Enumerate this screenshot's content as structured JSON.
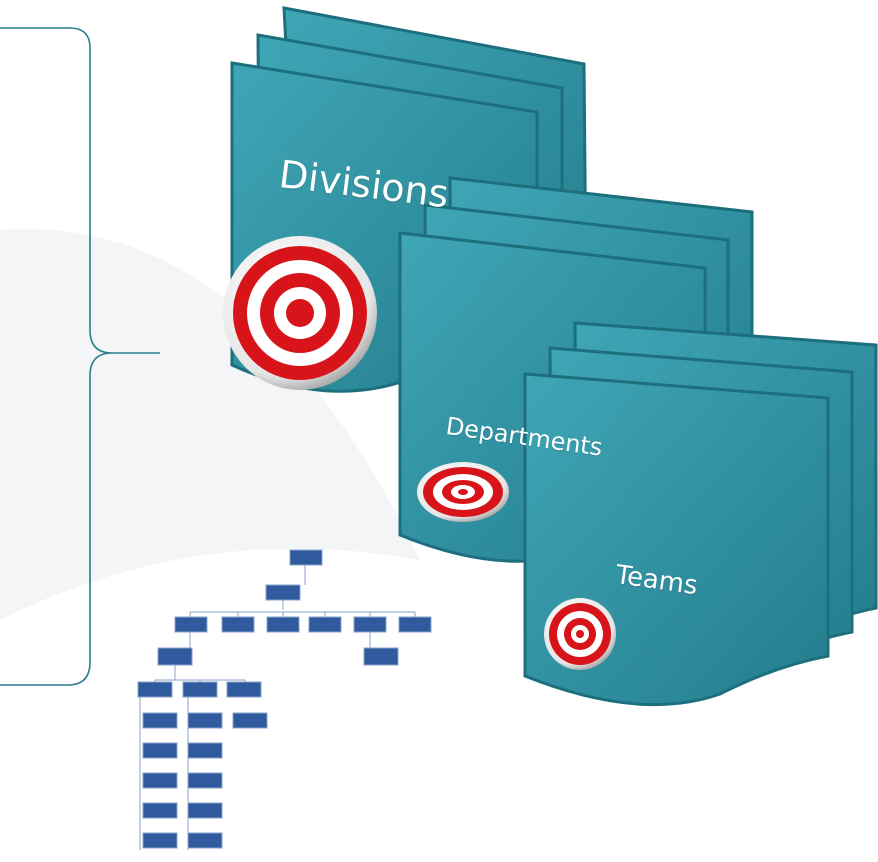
{
  "levels": [
    {
      "label": "Divisions",
      "icon": "target-icon"
    },
    {
      "label": "Departments",
      "icon": "target-icon"
    },
    {
      "label": "Teams",
      "icon": "target-icon"
    }
  ],
  "colors": {
    "page_fill": "#2e8fa0",
    "page_fill_light": "#3ba3b3",
    "page_edge": "#1d6f7d",
    "brace": "#2a7f8c",
    "target_red": "#d8141b",
    "target_white": "#ffffff",
    "org_box": "#2f5a9e"
  }
}
